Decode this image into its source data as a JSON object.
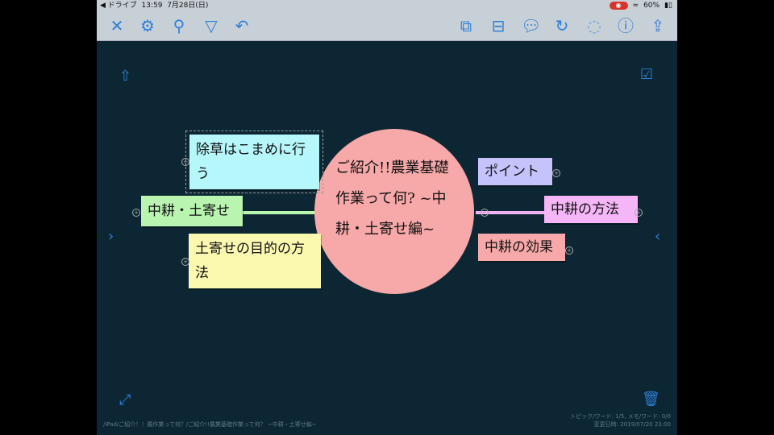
{
  "status": {
    "carrier": "◀ ドライブ",
    "time": "13:59",
    "date": "7月28日(日)",
    "battery": "60%"
  },
  "toolbar": {
    "left": [
      "close-icon",
      "gear-icon",
      "search-icon",
      "filter-icon",
      "undo-icon"
    ],
    "right": [
      "add-child-topic-icon",
      "add-sibling-topic-icon",
      "callout-icon",
      "relationship-icon",
      "boundary-icon",
      "info-icon",
      "share-icon"
    ]
  },
  "map": {
    "center": "ご紹介!!農業基礎作業って何? ~中耕・土寄せ編~",
    "left": [
      "除草はこまめに行う",
      "中耕・土寄せ",
      "土寄せの目的の方法"
    ],
    "right": [
      "ポイント",
      "中耕の方法",
      "中耕の効果"
    ]
  },
  "footer": {
    "path": "/iPad/ご紹介！！農作業って何？/ご紹介!!農業基礎作業って何？ ~中耕・土寄せ編~",
    "stats": "トピック/ワード: 1/5, メモ/ワード: 0/0",
    "modified": "変更日時: 2019/07/20 23:00"
  },
  "colors": {
    "toolbar": "#c8d0d7",
    "canvas": "#0c2733",
    "accent": "#2f7fd6",
    "center": "#f7a8a8"
  }
}
